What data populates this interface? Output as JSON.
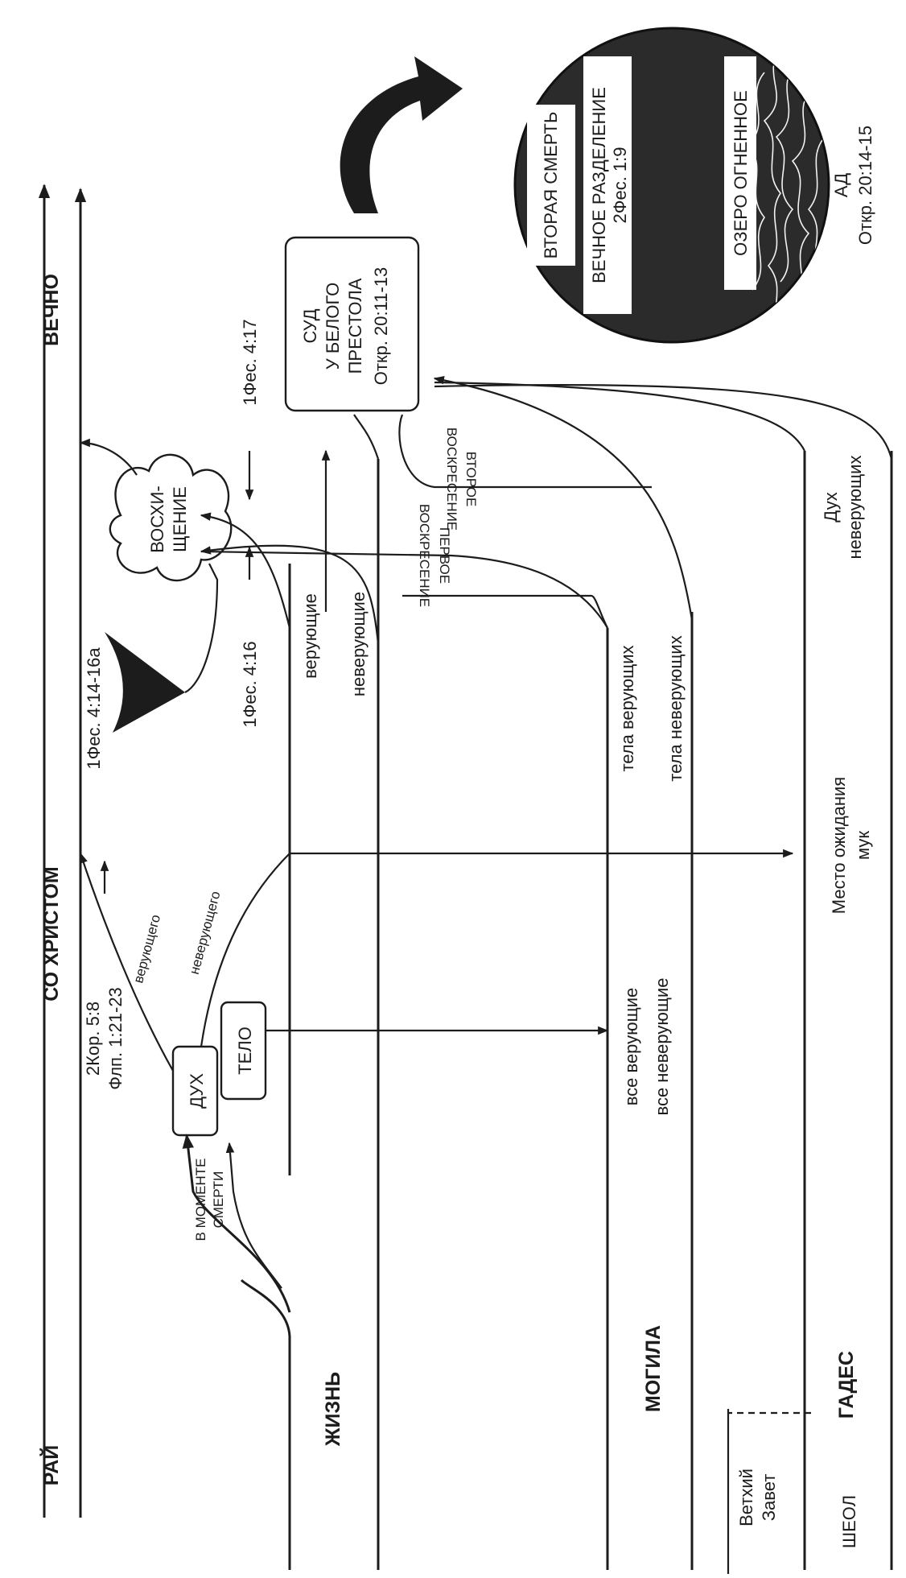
{
  "eternity": {
    "paradise": "РАЙ",
    "with_christ": "СО ХРИСТОМ",
    "forever": "ВЕЧНО"
  },
  "refs": {
    "cor_flp_1": "2Кор. 5:8",
    "cor_flp_2": "Флп. 1:21-23",
    "thess_14_16a": "1Фес. 4:14-16а",
    "thess_4_16": "1Фес. 4:16",
    "thess_4_17": "1Фес. 4:17"
  },
  "nodes": {
    "spirit": "ДУХ",
    "body": "ТЕЛО",
    "moment_1": "В МОМЕНТЕ",
    "moment_2": "СМЕРТИ",
    "believer": "верующего",
    "unbeliever": "неверующего",
    "rapture_1": "ВОСХИ-",
    "rapture_2": "ЩЕНИЕ"
  },
  "lanes": {
    "life": "ЖИЗНЬ",
    "grave": "МОГИЛА",
    "hades": "ГАДЕС",
    "sheol": "ШЕОЛ",
    "ot_1": "Ветхий",
    "ot_2": "Завет"
  },
  "labels": {
    "believers": "верующие",
    "unbelievers": "неверующие",
    "all_believers": "все верующие",
    "all_unbelievers": "все неверующие",
    "bodies_believers": "тела верующих",
    "bodies_unbelievers": "тела неверующих",
    "waiting_1": "Место ожидания",
    "waiting_2": "мук",
    "spirit_unbel_1": "Дух",
    "spirit_unbel_2": "неверующих",
    "first_res_1": "ПЕРВОЕ",
    "first_res_2": "ВОСКРЕСЕНИЕ",
    "second_res_1": "ВТОРОЕ",
    "second_res_2": "ВОСКРЕСЕНИЕ"
  },
  "judgment": {
    "line1": "СУД",
    "line2": "У БЕЛОГО",
    "line3": "ПРЕСТОЛА",
    "line4": "Откр. 20:11-13"
  },
  "lake": {
    "second_death": "ВТОРАЯ СМЕРТЬ",
    "separation": "ВЕЧНОЕ РАЗДЕЛЕНИЕ",
    "separation_ref": "2Фес. 1:9",
    "lake_of_fire": "ОЗЕРО ОГНЕННОЕ"
  },
  "hell": {
    "name": "АД",
    "ref": "Откр. 20:14-15"
  },
  "icons": [
    "cloud-icon",
    "arrowhead-icon",
    "curved-arrow-icon",
    "flames-icon"
  ]
}
